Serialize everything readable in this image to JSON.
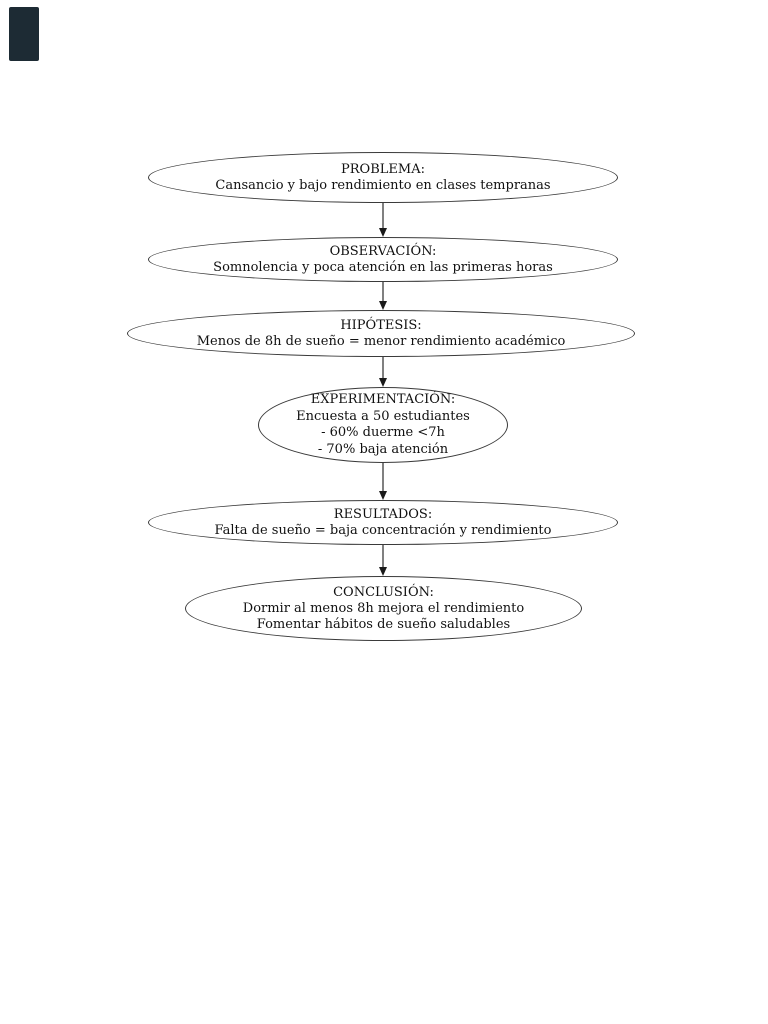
{
  "page": {
    "background_color": "#ffffff",
    "corner_mark_color": "#1d2b34"
  },
  "diagram": {
    "type": "flowchart",
    "stroke_color": "#3a3a3a",
    "arrow_line_color": "#808080",
    "arrow_head_color": "#1a1a1a",
    "text_color": "#111111",
    "nodes": [
      {
        "id": "problema",
        "title": "PROBLEMA:",
        "lines": [
          "Cansancio y bajo rendimiento en clases tempranas"
        ]
      },
      {
        "id": "observacion",
        "title": "OBSERVACIÓN:",
        "lines": [
          "Somnolencia y poca atención en las primeras horas"
        ]
      },
      {
        "id": "hipotesis",
        "title": "HIPÓTESIS:",
        "lines": [
          "Menos de 8h de sueño = menor rendimiento académico"
        ]
      },
      {
        "id": "experimentacion",
        "title": "EXPERIMENTACIÓN:",
        "lines": [
          "Encuesta a 50 estudiantes",
          "- 60% duerme <7h",
          "- 70% baja atención"
        ]
      },
      {
        "id": "resultados",
        "title": "RESULTADOS:",
        "lines": [
          "Falta de sueño = baja concentración y rendimiento"
        ]
      },
      {
        "id": "conclusion",
        "title": "CONCLUSIÓN:",
        "lines": [
          "Dormir al menos 8h mejora el rendimiento",
          "Fomentar hábitos de sueño saludables"
        ]
      }
    ],
    "connections": [
      "problema->observacion",
      "observacion->hipotesis",
      "hipotesis->experimentacion",
      "experimentacion->resultados",
      "resultados->conclusion"
    ]
  }
}
